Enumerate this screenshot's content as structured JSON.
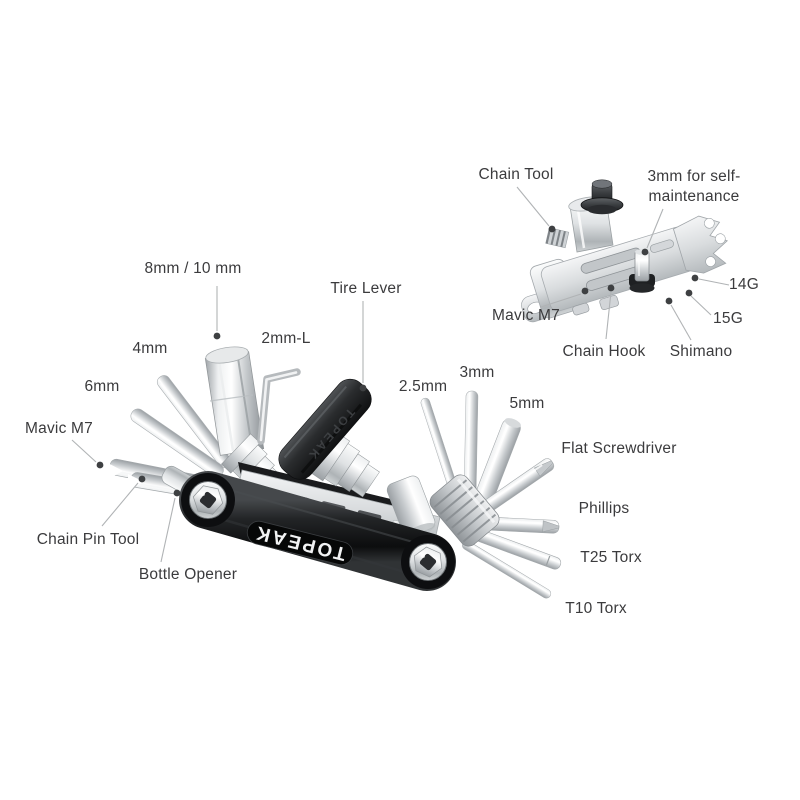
{
  "page": {
    "background": "#ffffff",
    "type": "product-callout-diagram"
  },
  "brand": {
    "body_logo": "TOPEAK",
    "lever_logo": "TOPEAK"
  },
  "labels": {
    "chain_tool": "Chain Tool",
    "self_maintenance": "3mm for self-maintenance",
    "mavic_m7_top": "Mavic M7",
    "chain_hook": "Chain Hook",
    "shimano": "Shimano",
    "g14": "14G",
    "g15": "15G",
    "hex_8_10": "8mm / 10 mm",
    "tire_lever": "Tire Lever",
    "hex_2l": "2mm-L",
    "hex_4": "4mm",
    "hex_6": "6mm",
    "mavic_m7_left": "Mavic M7",
    "chain_pin": "Chain Pin Tool",
    "bottle_opener": "Bottle Opener",
    "hex_25": "2.5mm",
    "hex_3": "3mm",
    "hex_5": "5mm",
    "flat": "Flat Screwdriver",
    "phillips": "Phillips",
    "t25": "T25 Torx",
    "t10": "T10 Torx"
  },
  "colors": {
    "label_text": "#3b3b3d",
    "leader_line": "#b0b3b5",
    "leader_dot": "#3e4042",
    "body_black": "#141517",
    "chrome_light": "#f2f3f4",
    "chrome_mid": "#c7cbce",
    "chrome_dark": "#989da1"
  }
}
